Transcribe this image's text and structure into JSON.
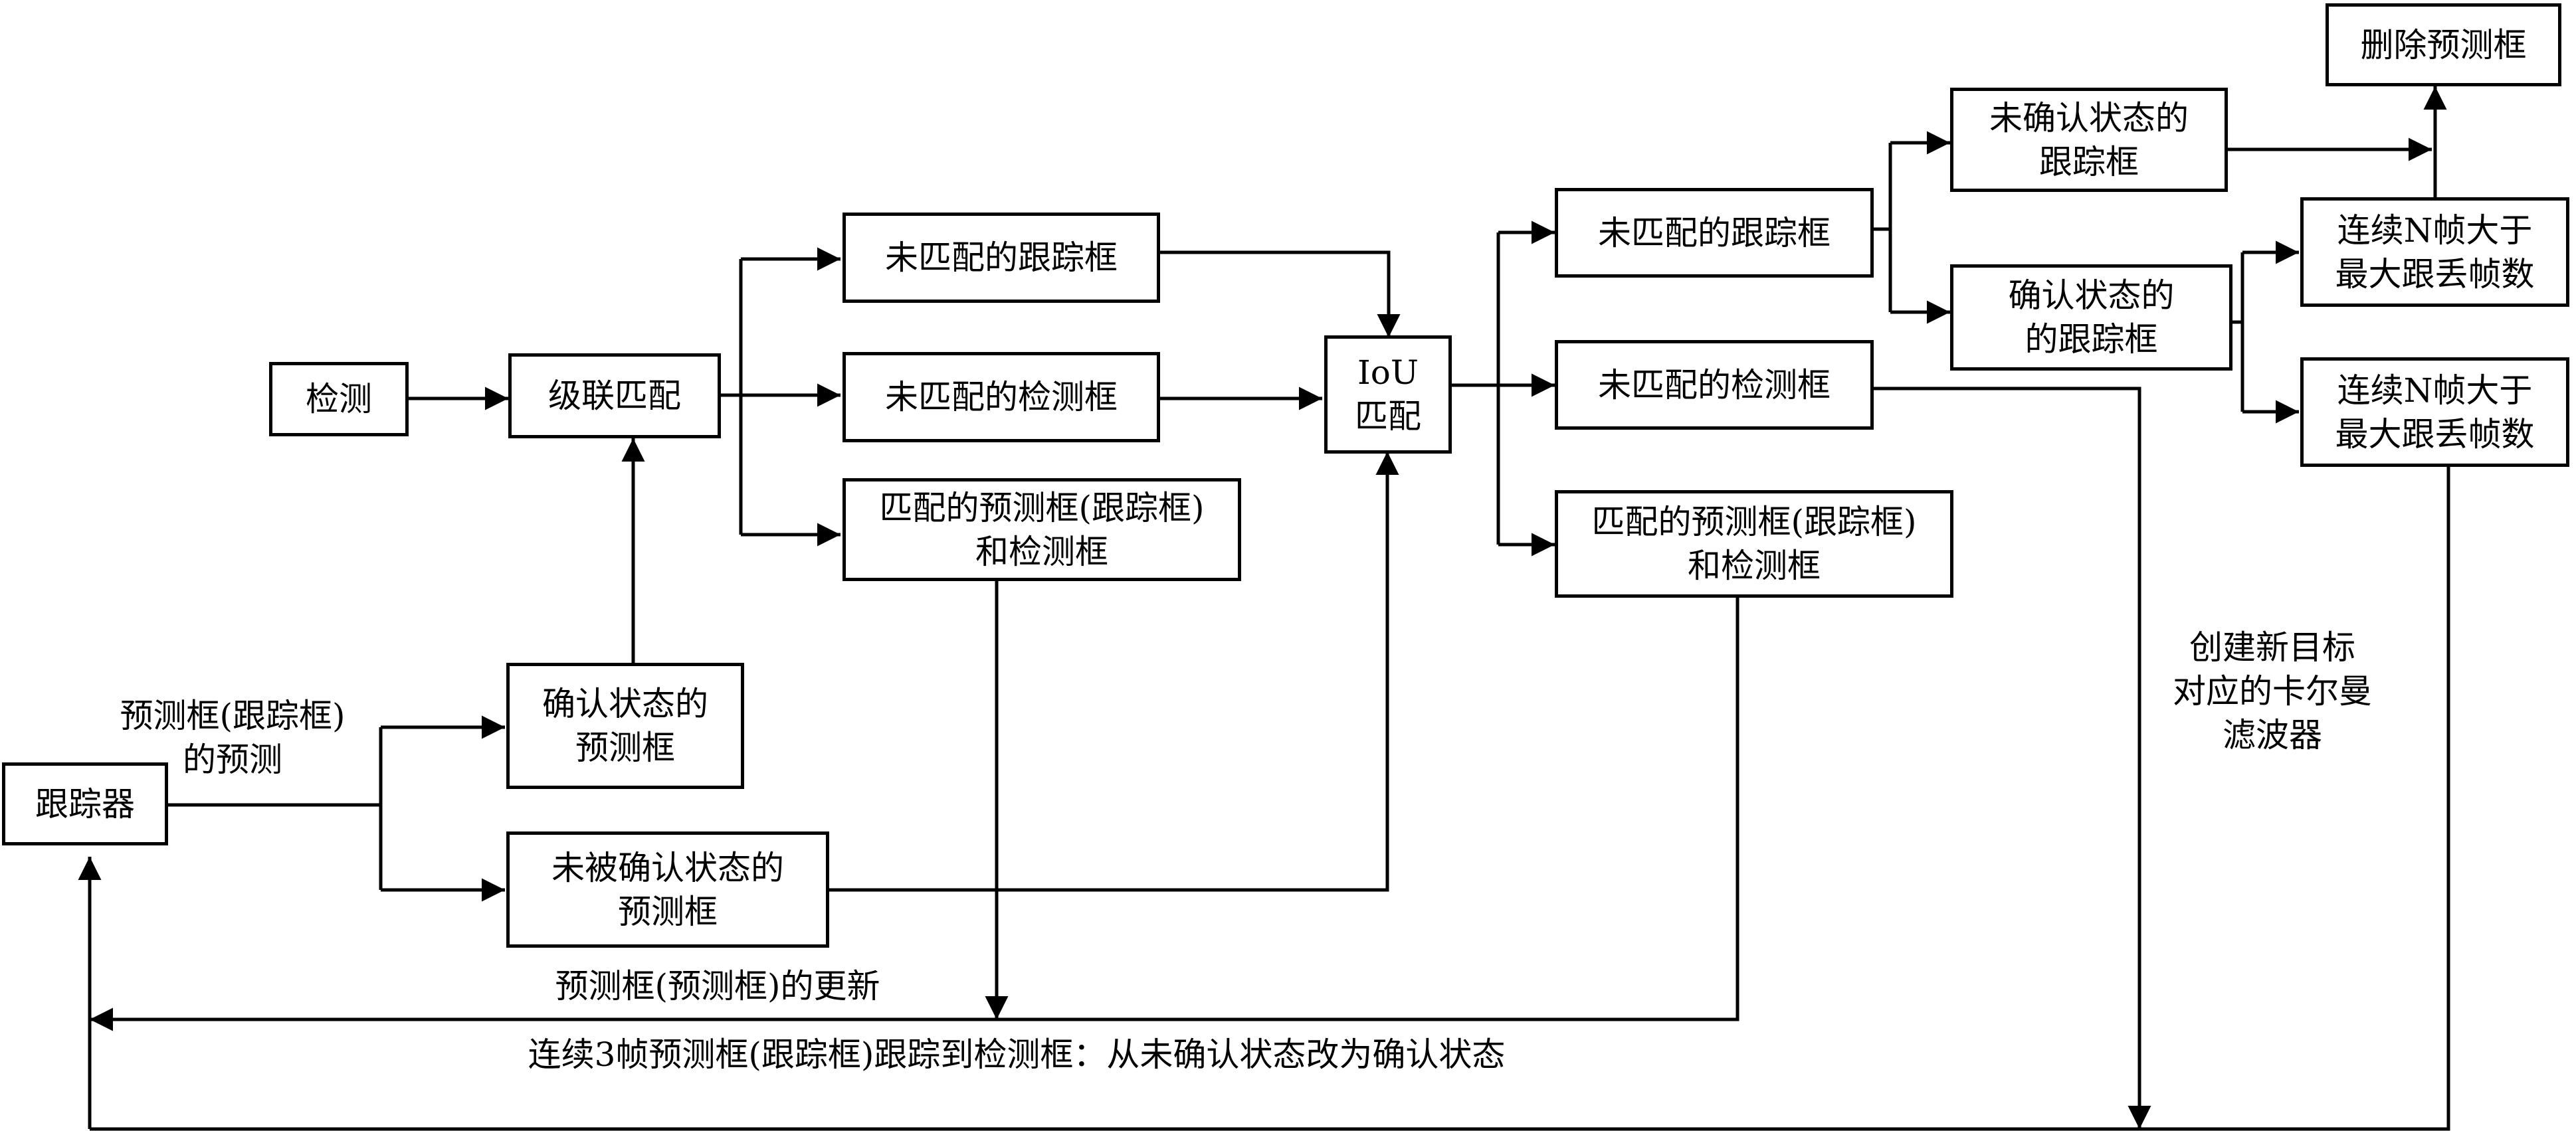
{
  "nodes": {
    "detect": "检测",
    "cascade_match": "级联匹配",
    "unmatched_track_1": "未匹配的跟踪框",
    "unmatched_detect_1": "未匹配的检测框",
    "matched_1_line1": "匹配的预测框(跟踪框)",
    "matched_1_line2": "和检测框",
    "iou_line1": "IoU",
    "iou_line2": "匹配",
    "unmatched_track_2": "未匹配的跟踪框",
    "unmatched_detect_2": "未匹配的检测框",
    "matched_2_line1": "匹配的预测框(跟踪框)",
    "matched_2_line2": "和检测框",
    "unconfirmed_track_line1": "未确认状态的",
    "unconfirmed_track_line2": "跟踪框",
    "confirmed_track_line1": "确认状态的",
    "confirmed_track_line2": "的跟踪框",
    "delete_pred": "删除预测框",
    "n_frames_a_line1": "连续N帧大于",
    "n_frames_a_line2": "最大跟丢帧数",
    "n_frames_b_line1": "连续N帧大于",
    "n_frames_b_line2": "最大跟丢帧数",
    "tracker": "跟踪器",
    "confirmed_pred_line1": "确认状态的",
    "confirmed_pred_line2": "预测框",
    "unconfirmed_pred_line1": "未被确认状态的",
    "unconfirmed_pred_line2": "预测框"
  },
  "labels": {
    "prediction_line1": "预测框(跟踪框)",
    "prediction_line2": "的预测",
    "update": "预测框(预测框)的更新",
    "state_change": "连续3帧预测框(跟踪框)跟踪到检测框：从未确认状态改为确认状态",
    "new_target_line1": "创建新目标",
    "new_target_line2": "对应的卡尔曼",
    "new_target_line3": "滤波器"
  }
}
